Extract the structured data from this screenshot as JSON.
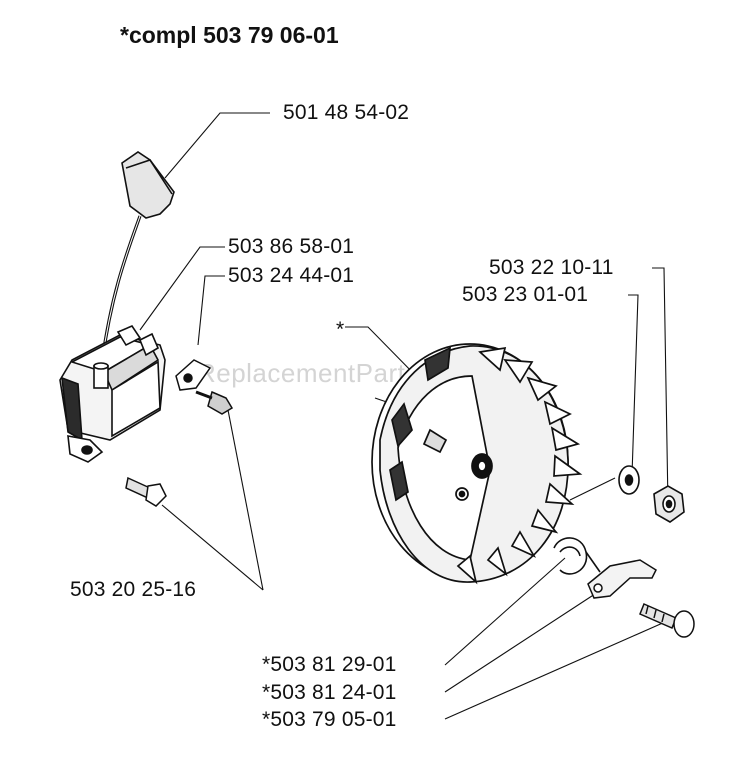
{
  "diagram": {
    "title": "*compl 503 79 06-01",
    "watermark": "eReplacementParts.com",
    "parts": [
      {
        "id": "spark-plug-boot",
        "label": "501 48 54-02"
      },
      {
        "id": "ignition-module",
        "label": "503 86 58-01"
      },
      {
        "id": "ground-clip",
        "label": "503 24 44-01"
      },
      {
        "id": "module-screws",
        "label": "503 20 25-16"
      },
      {
        "id": "flywheel-nut",
        "label": "503 22 10-11"
      },
      {
        "id": "flywheel-washer",
        "label": "503 23 01-01"
      },
      {
        "id": "flywheel",
        "label": "*"
      },
      {
        "id": "pawl-spring",
        "label": "*503 81 29-01"
      },
      {
        "id": "pawl",
        "label": "*503 81 24-01"
      },
      {
        "id": "pawl-screw",
        "label": "*503 79 05-01"
      }
    ]
  }
}
